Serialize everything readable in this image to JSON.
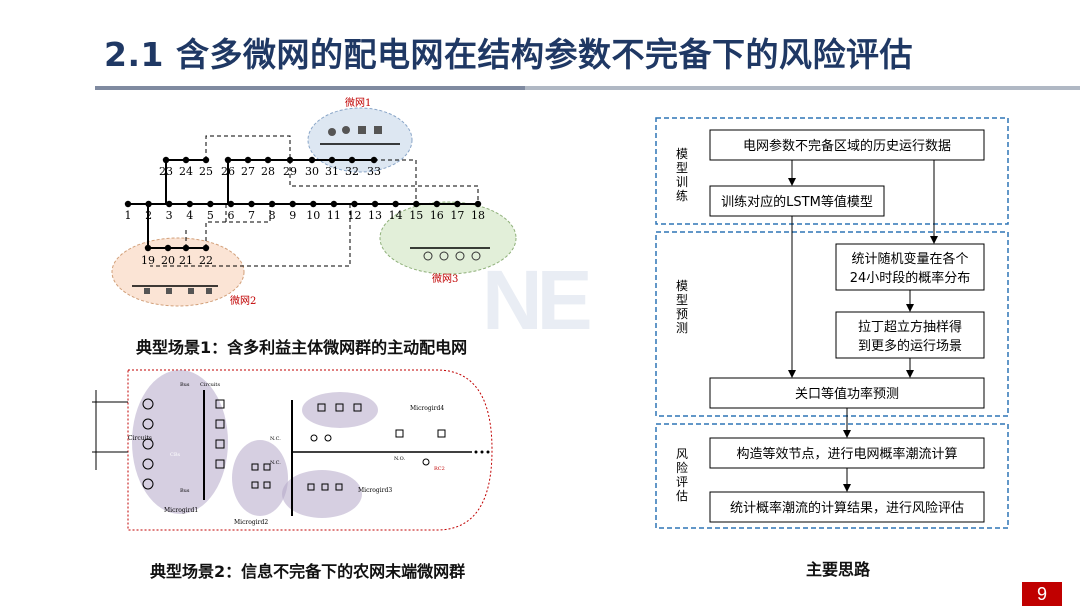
{
  "slide": {
    "title": "2.1 含多微网的配电网在结构参数不完备下的风险评估",
    "page_number": "9",
    "watermark": "NE"
  },
  "scenario1": {
    "caption": "典型场景1：含多利益主体微网群的主动配电网",
    "microgrid_labels": [
      "微网1",
      "微网2",
      "微网3"
    ],
    "main_bus_nodes": [
      "1",
      "2",
      "3",
      "4",
      "5",
      "6",
      "7",
      "8",
      "9",
      "10",
      "11",
      "12",
      "13",
      "14",
      "15",
      "16",
      "17",
      "18"
    ],
    "upper_branch_nodes": [
      "23",
      "24",
      "25",
      "26",
      "27",
      "28",
      "29",
      "30",
      "31",
      "32",
      "33"
    ],
    "lower_branch_nodes": [
      "19",
      "20",
      "21",
      "22"
    ]
  },
  "scenario2": {
    "caption": "典型场景2：信息不完备下的农网末端微网群",
    "labels": {
      "circuits": "Circuits",
      "bus": "Bus",
      "cbs": "CBs",
      "microgrid1": "Microgird1",
      "microgrid2": "Microgird2",
      "microgrid3": "Microgird3",
      "microgrid4": "Microgird4",
      "nc": "N.C.",
      "no": "N.O.",
      "rc2": "RC2"
    }
  },
  "flowchart": {
    "caption": "主要思路",
    "stages": [
      {
        "label": "模型训练"
      },
      {
        "label": "模型预测"
      },
      {
        "label": "风险评估"
      }
    ],
    "boxes": {
      "history_data": "电网参数不完备区域的历史运行数据",
      "train_lstm": "训练对应的LSTM等值模型",
      "stats_line1": "统计随机变量在各个",
      "stats_line2": "24小时段的概率分布",
      "lhs_line1": "拉丁超立方抽样得",
      "lhs_line2": "到更多的运行场景",
      "port_power": "关口等值功率预测",
      "equiv_node": "构造等效节点，进行电网概率潮流计算",
      "risk_eval": "统计概率潮流的计算结果，进行风险评估"
    }
  },
  "colors": {
    "title": "#1f3864",
    "dashed_border": "#2e75b6",
    "microgrid1_fill": "#dde7f2",
    "microgrid2_fill": "#fbe4d5",
    "microgrid3_fill": "#e2efd9",
    "scenario2_ellipse": "#b4a7c8",
    "page_badge": "#c00000"
  }
}
